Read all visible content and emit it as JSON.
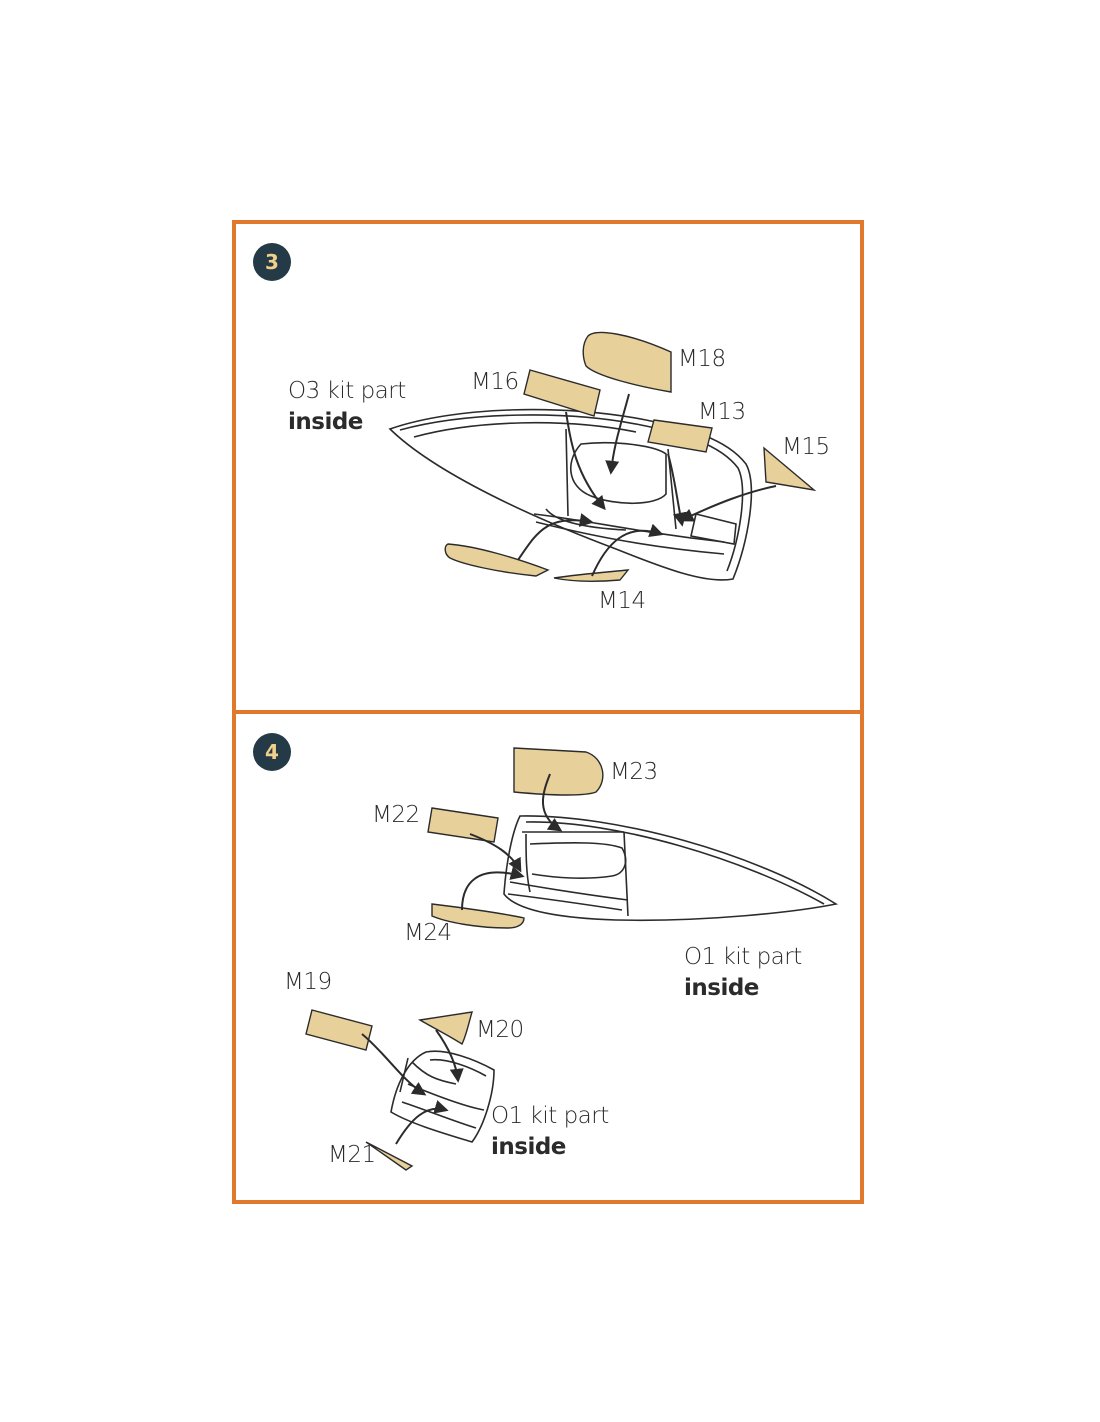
{
  "colors": {
    "frame": "#e0792e",
    "badge": "#243a47",
    "badge_text": "#f0d08a",
    "mask_fill": "#e8d09b",
    "line": "#2b2b2b"
  },
  "steps": [
    {
      "number": "3",
      "kit_note": {
        "line1": "O3 kit part",
        "line2": "inside"
      },
      "masks": [
        "M18",
        "M16",
        "M13",
        "M15",
        "M14"
      ]
    },
    {
      "number": "4",
      "kit_note": {
        "line1": "O1 kit part",
        "line2": "inside"
      },
      "masks": [
        "M23",
        "M22",
        "M24"
      ],
      "sub_kit_note": {
        "line1": "O1 kit part",
        "line2": "inside"
      },
      "sub_masks": [
        "M19",
        "M20",
        "M21"
      ]
    }
  ]
}
